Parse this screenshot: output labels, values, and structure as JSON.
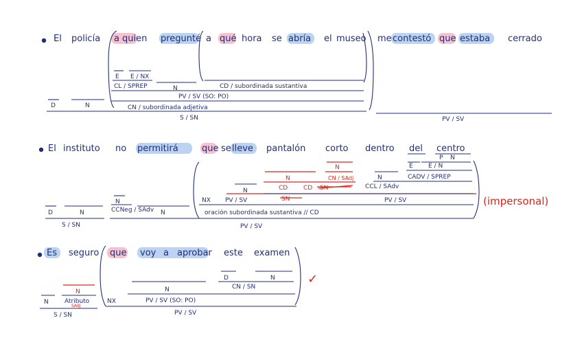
{
  "colors": {
    "ink": "#1f2e7a",
    "correction": "#e0241b",
    "highlight_blue": "#bcd3f2",
    "highlight_pink": "#f6c2cf"
  },
  "sentences": [
    {
      "words": [
        "El",
        "policía",
        "a",
        "quien",
        "pregunté",
        "a",
        "qué",
        "hora",
        "se",
        "abría",
        "el",
        "museo",
        "me",
        "contestó",
        "que",
        "estaba",
        "cerrado"
      ],
      "labels": {
        "e": "E",
        "t_nx": "E / NX",
        "cl_sprep": "CL / SPREP",
        "n1": "N",
        "cd_sub": "CD / subordinada sustantiva",
        "pv_sv": "PV / SV (SO: PO)",
        "det": "D",
        "n2": "N",
        "cn_sub": "CN / subordinada adjetiva",
        "sisn": "S / SN",
        "pvsv": "PV / SV"
      }
    },
    {
      "words": [
        "El",
        "instituto",
        "no",
        "permitirá",
        "que",
        "se",
        "lleve",
        "pantalón",
        "corto",
        "dentro",
        "del",
        "centro"
      ],
      "labels": {
        "d": "D",
        "n_e": "N",
        "p": "P",
        "n_cent": "N",
        "e": "E",
        "t_n": "E / N",
        "n_cn": "N",
        "cn_sadj": "CN / SAdj",
        "n_pant": "N",
        "n_corto": "N",
        "cadv_sprep": "CADV / SPREP",
        "n_dent": "N",
        "red_cd": "CD",
        "red_struck": "SN",
        "ccl_sadv": "CCL / SAdv",
        "n_small": "N",
        "n_no": "N",
        "ccneg": "CCNeg / SAdv",
        "n_perm": "N",
        "nx": "NX",
        "pvsv_inner": "PV / SV",
        "red_scribble": "SN",
        "pvsv2": "PV / SV",
        "oracion": "oración subordinada sustantiva // CD",
        "sisn": "S / SN",
        "pvsv_main": "PV / SV",
        "note": "(impersonal)"
      }
    },
    {
      "words": [
        "Es",
        "seguro",
        "que",
        "voy",
        "a",
        "aprobar",
        "este",
        "examen"
      ],
      "labels": {
        "d": "D",
        "n_ex": "N",
        "cn_sn": "CN / SN",
        "n_inner": "N",
        "pvsv_so": "PV / SV (SO: PO)",
        "red_n": "N",
        "n": "N",
        "atributo": "Atributo",
        "cop": "SAdj",
        "nx": "NX",
        "pv_sv": "PV / SV",
        "sisn": "S / SN",
        "check": "✓"
      }
    }
  ]
}
